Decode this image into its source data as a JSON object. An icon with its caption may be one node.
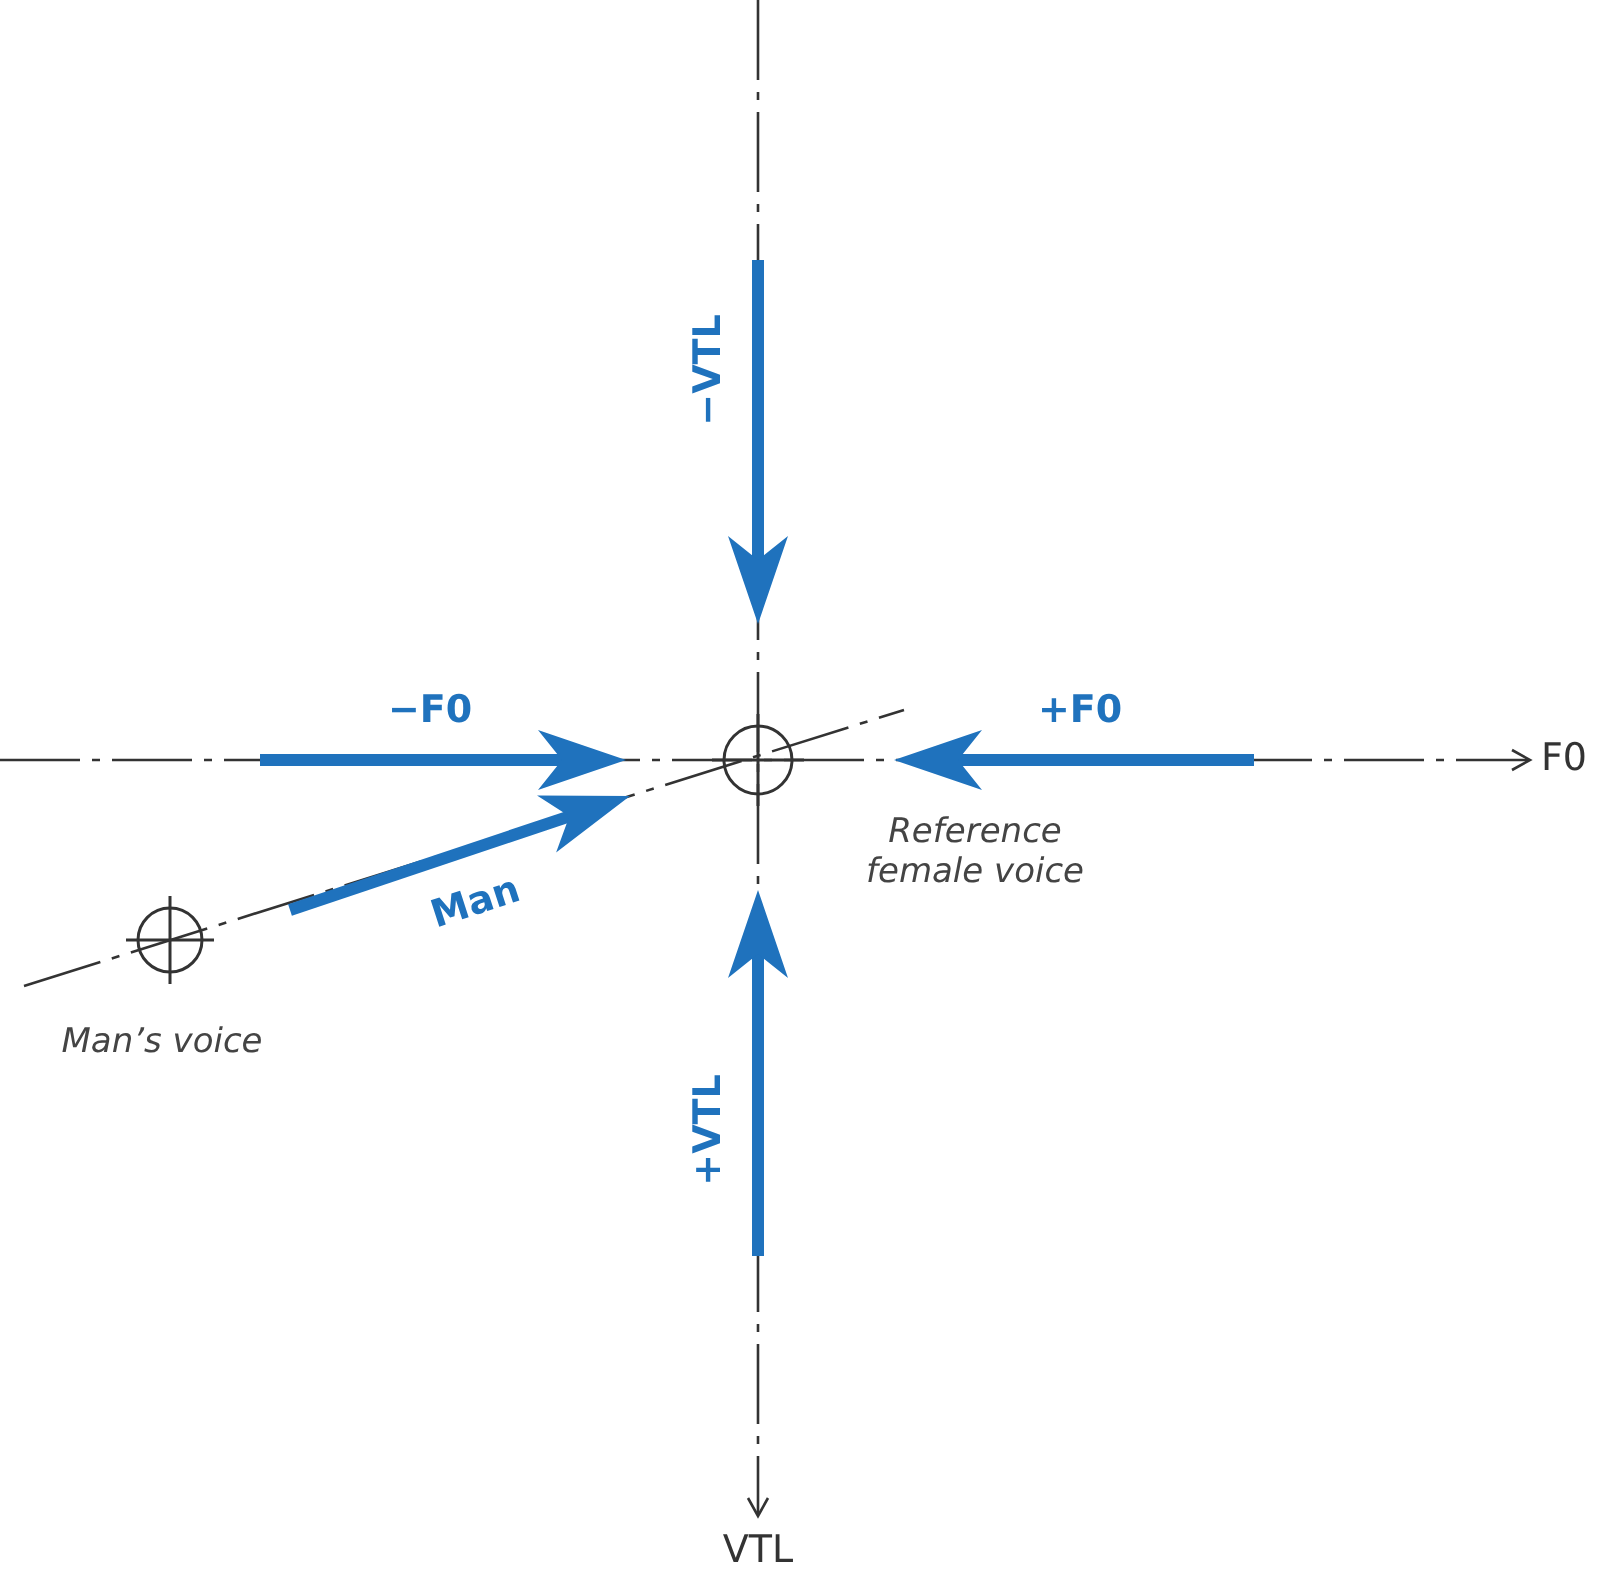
{
  "diagram": {
    "nodes": [
      {
        "text": [],
        "shape": "circle",
        "beside": [
          "Reference female voice"
        ]
      },
      {
        "text": [],
        "shape": "circle",
        "beside": [
          "Man’s voice"
        ]
      }
    ],
    "labels": [
      "−VTL",
      "−F0",
      "+F0",
      "Man",
      "+VTL",
      "F0",
      "VTL"
    ]
  }
}
